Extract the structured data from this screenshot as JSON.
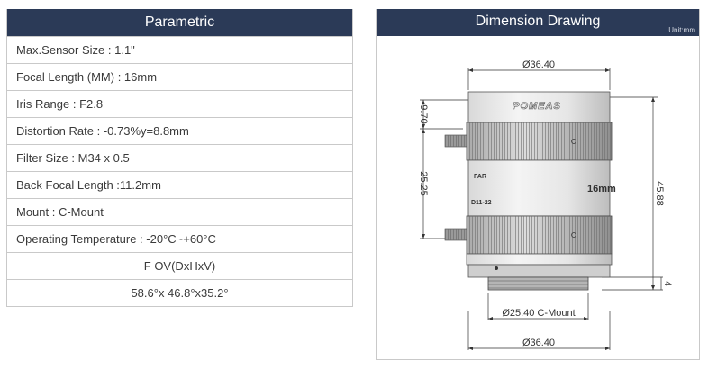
{
  "parametric": {
    "title": "Parametric",
    "rows": [
      "Max.Sensor Size : 1.1\"",
      "Focal Length (MM) : 16mm",
      "Iris Range : F2.8",
      "Distortion Rate : -0.73%y=8.8mm",
      "Filter Size :  M34 x 0.5",
      "Back Focal Length :11.2mm",
      "Mount : C-Mount",
      "Operating Temperature : -20°C~+60°C"
    ],
    "fov_label": "F OV(DxHxV)",
    "fov_value": "58.6°x 46.8°x35.2°"
  },
  "dimension": {
    "title": "Dimension Drawing",
    "unit": "Unit:mm",
    "labels": {
      "top_width": "Ø36.40",
      "bottom_width": "Ø36.40",
      "mount_width": "Ø25.40  C-Mount",
      "top_ring": "9.70",
      "ring_spacing": "25.25",
      "total_length": "45.88",
      "flange": "4"
    },
    "lens_markings": {
      "brand": "POMEAS",
      "far": "FAR",
      "focal": "16mm",
      "model": "D11-22"
    }
  }
}
